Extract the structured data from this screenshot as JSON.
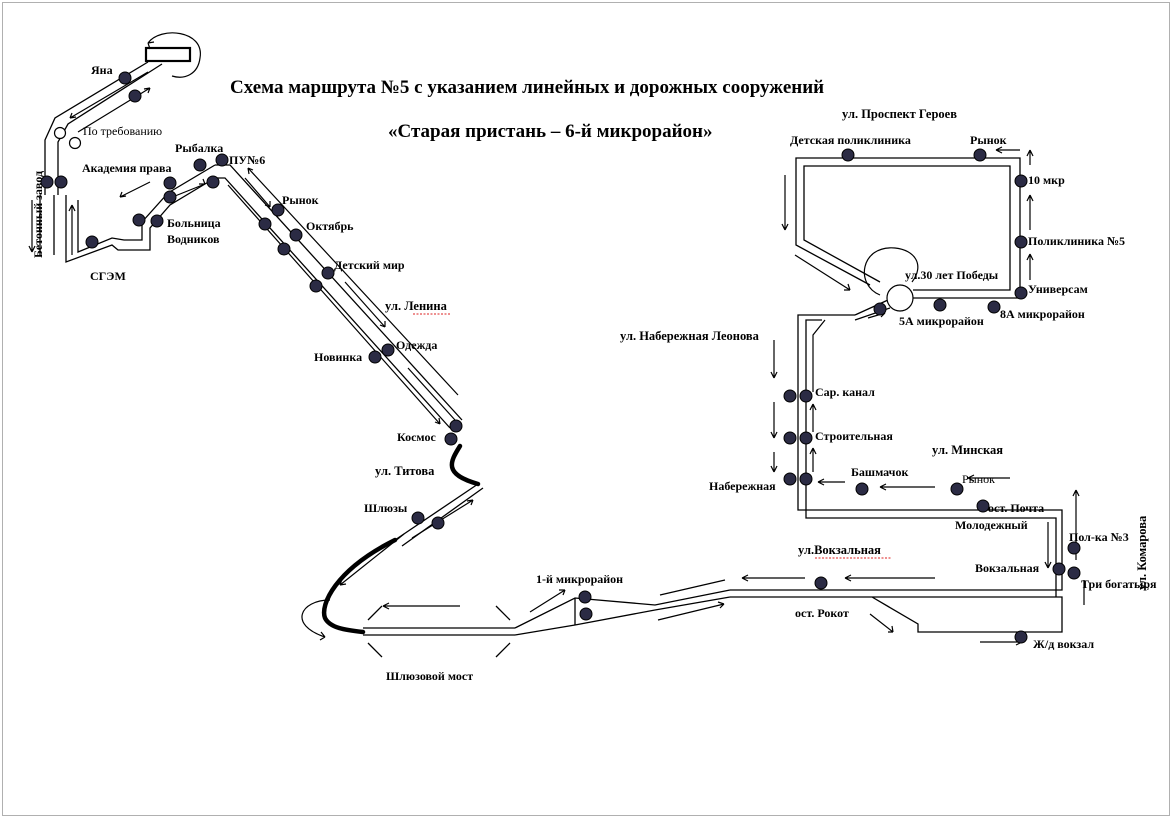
{
  "title": {
    "line1": "Схема маршрута  №5 с указанием линейных и дорожных сооружений",
    "line2": "«Старая пристань – 6-й микрорайон»"
  },
  "streets": {
    "prospekt_geroev": "ул. Проспект Героев",
    "lenina": "ул. Ленина",
    "titova": "ул. Титова",
    "naberezhnaya_leonova": "ул. Набережная Леонова",
    "minskaya": "ул. Минская",
    "vokzalnaya": "ул.Вокзальная",
    "komarova": "ул. Комарова"
  },
  "stops": {
    "yana": "Яна",
    "po_trebovaniyu": "По требованию",
    "betonny_zavod": "Бетонный завод",
    "akademiya_prava": "Академия права",
    "rybalka": "Рыбалка",
    "pu6": "ПУ№6",
    "bolnitsa": "Больница",
    "vodnikov": "Водников",
    "sgem": "СГЭМ",
    "rynok_left": "Рынок",
    "oktyabr": "Октябрь",
    "detsky_mir": "Детский мир",
    "odezhda": "Одежда",
    "novinka": "Новинка",
    "kosmos": "Космос",
    "shlyuzy": "Шлюзы",
    "shlyuzovoy_most": "Шлюзовой мост",
    "mkr1": "1-й микрорайон",
    "ost_rokot": "ост. Рокот",
    "zhd_vokzal": "Ж/д вокзал",
    "vokzalnaya": "Вокзальная",
    "tri_bogatyrya": "Три богатыря",
    "pol_ka3": "Пол-ка №3",
    "ost_pochta": "ост. Почта",
    "molodezhny": "Молодежный",
    "rynok_minskaya": "Рынок",
    "bashmachok": "Башмачок",
    "naberezhnaya": "Набережная",
    "stroitelnaya": "Строительная",
    "sar_kanal": "Сар. канал",
    "mkr5a": "5А микрорайон",
    "mkr8a": "8А микрорайон",
    "ul30let": "ул.30 лет Победы",
    "universam": "Универсам",
    "poliklinika5": "Поликлиника №5",
    "mkr10": "10 мкр",
    "rynok_top": "Рынок",
    "detskaya_poliklinika": "Детская поликлиника"
  }
}
